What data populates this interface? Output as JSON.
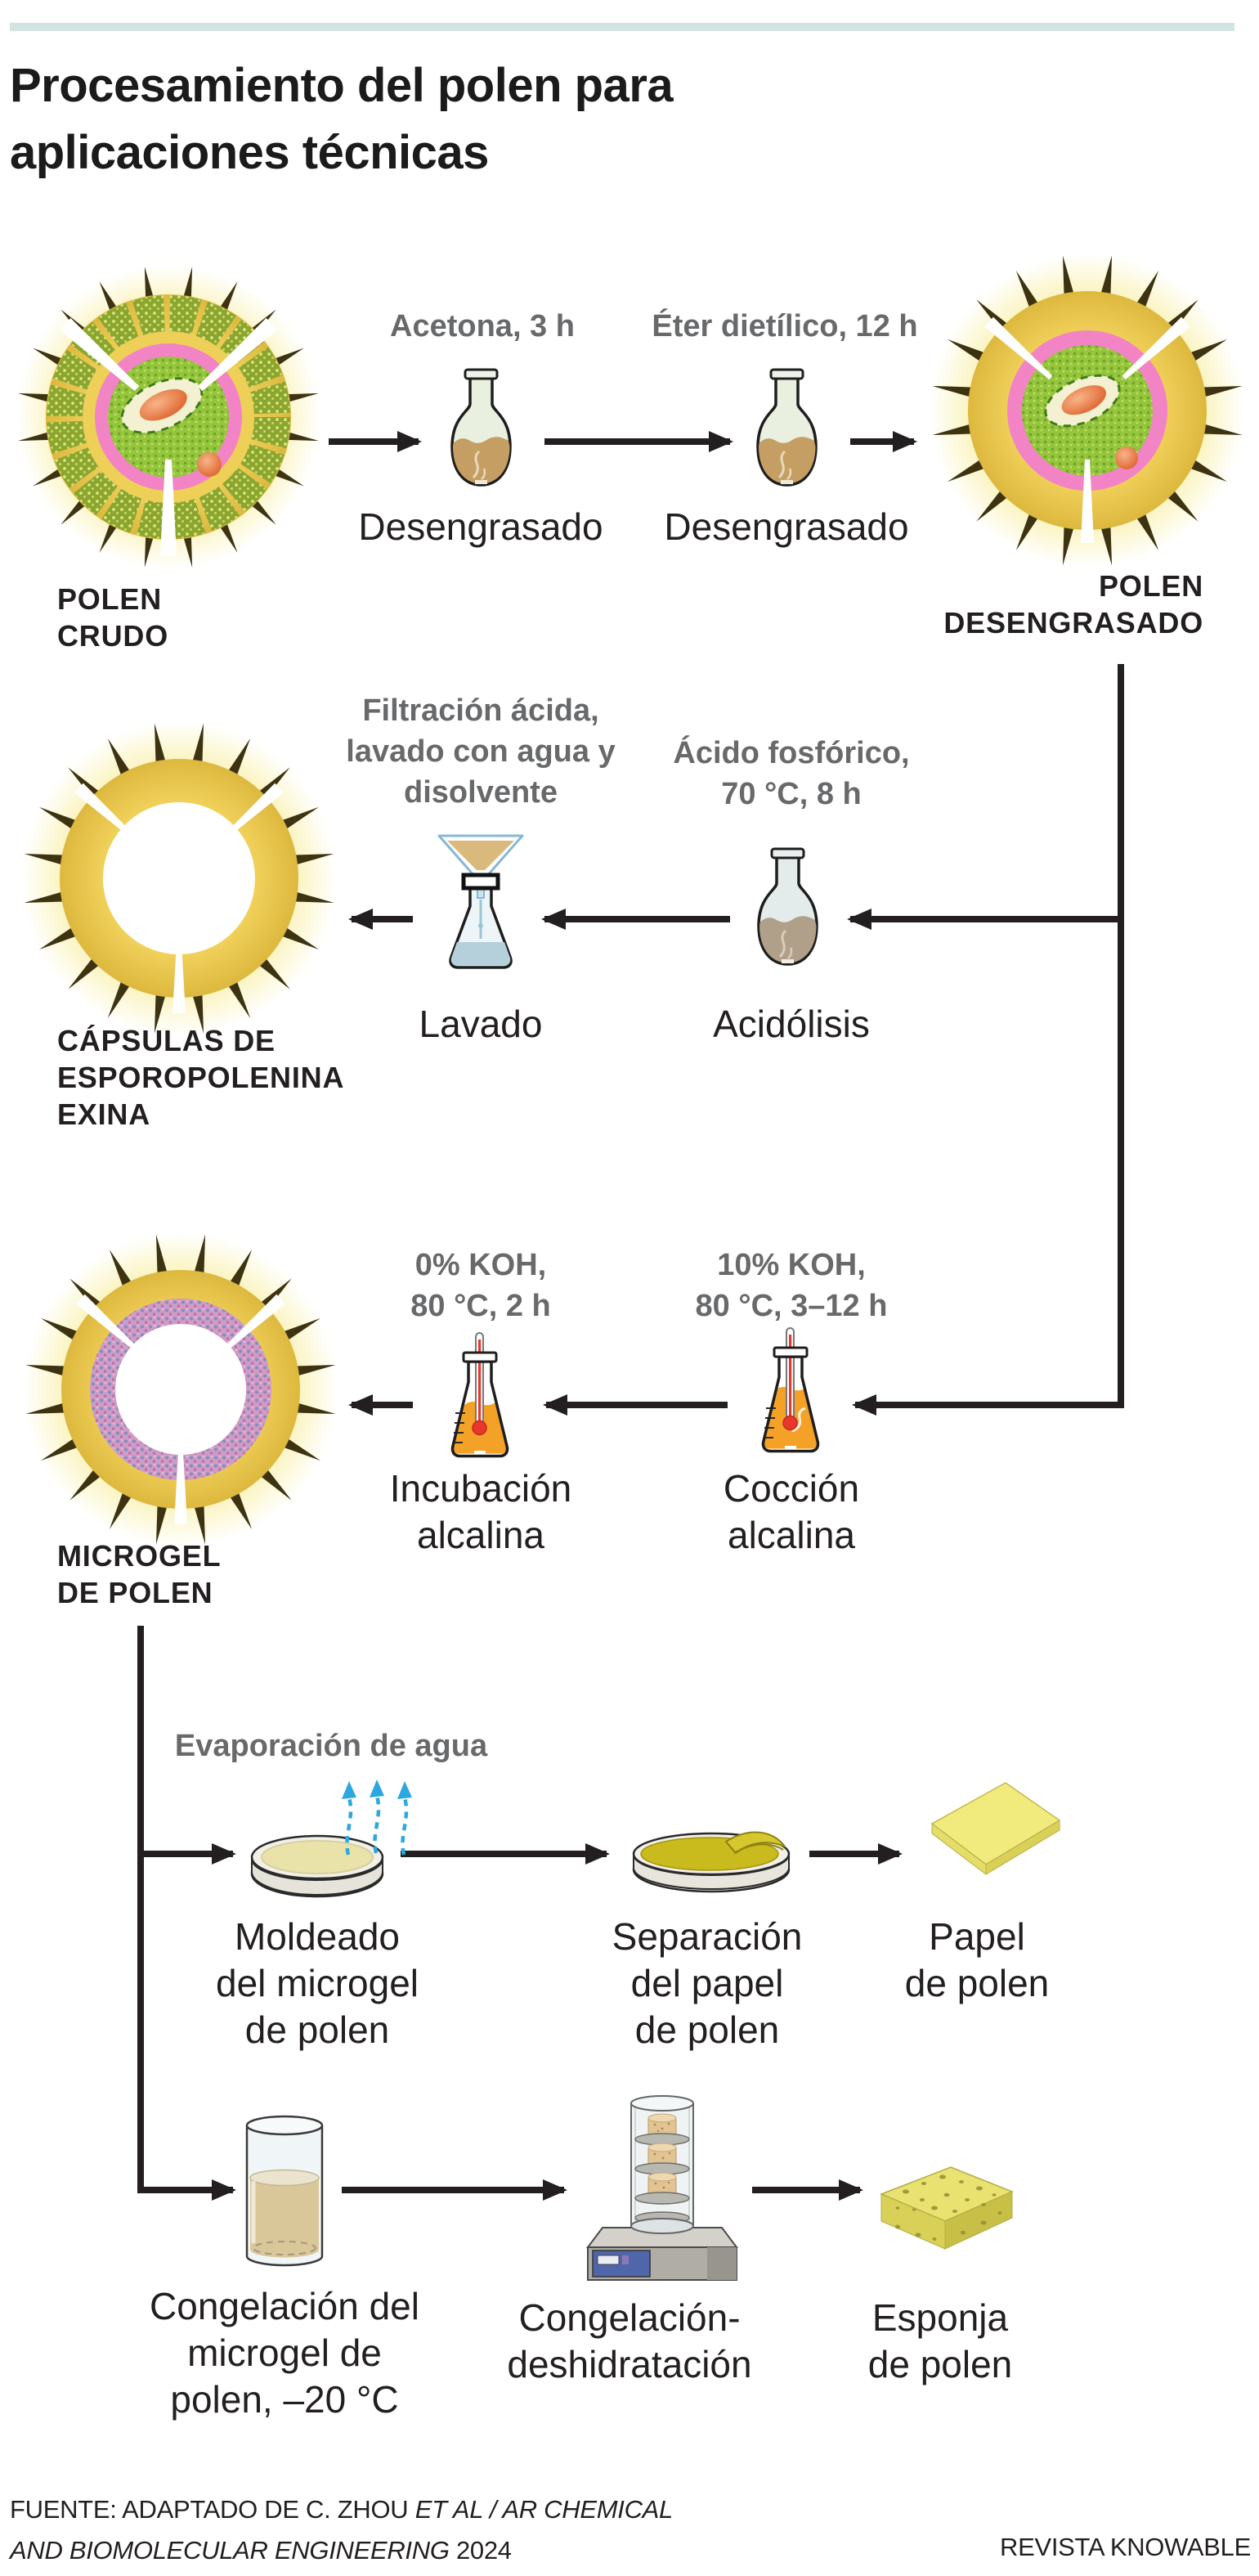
{
  "title": "Procesamiento del polen para\naplicaciones técnicas",
  "nodes": {
    "raw_pollen": "POLEN\nCRUDO",
    "defatted_pollen": "POLEN\nDESENGRASADO",
    "exine_capsules": "CÁPSULAS DE\nESPOROPOLENINA\nEXINA",
    "pollen_microgel": "MICROGEL\nDE POLEN"
  },
  "row1": {
    "step1_condition": "Acetona, 3 h",
    "step1_label": "Desengrasado",
    "step2_condition": "Éter dietílico, 12 h",
    "step2_label": "Desengrasado"
  },
  "row2": {
    "step1_condition": "Filtración ácida,\nlavado con agua y\ndisolvente",
    "step1_label": "Lavado",
    "step2_condition": "Ácido fosfórico,\n70 °C, 8 h",
    "step2_label": "Acidólisis"
  },
  "row3": {
    "step1_condition": "0% KOH,\n80 °C, 2 h",
    "step1_label": "Incubación\nalcalina",
    "step2_condition": "10% KOH,\n80 °C, 3–12 h",
    "step2_label": "Cocción\nalcalina"
  },
  "row4": {
    "condition": "Evaporación de agua",
    "step1_label": "Moldeado\ndel microgel\nde polen",
    "step2_label": "Separación\ndel papel\nde polen",
    "result_label": "Papel\nde polen"
  },
  "row5": {
    "step1_label": "Congelación del\nmicrogel de\npolen, –20 °C",
    "step2_label": "Congelación-\ndeshidratación",
    "result_label": "Esponja\nde polen"
  },
  "footer": {
    "source_normal_1": "FUENTE: ADAPTADO DE C. ZHOU ",
    "source_italic_1": "ET AL / AR CHEMICAL",
    "source_italic_2": "AND BIOMOLECULAR ENGINEERING",
    "source_normal_2": " 2024",
    "credit": "REVISTA KNOWABLE"
  },
  "colors": {
    "teal_bar": "#d2e4e2",
    "text_black": "#231f20",
    "text_gray": "#68696b",
    "arrow": "#231f20",
    "sun_yellow": "#f0d05a",
    "sun_glow": "#f9f1b0",
    "exine_pink": "#f283c5",
    "core_green": "#94c53c",
    "segment_green": "#8aa62f",
    "microgel_purple": "#d09bc5",
    "alkali_orange": "#f4a227",
    "evaporation_blue": "#2da7df",
    "pollen_paper_yellow": "#f1ea7d",
    "sponge_yellow": "#e9e170"
  },
  "icons": {
    "raw_pollen_grain": "segmented spiky pollen grain",
    "round_flask": "round-bottom flask",
    "defatted_pollen_grain": "spiky pollen grain",
    "filter_funnel_flask": "funnel filtering into erlenmeyer",
    "exine_capsule": "hollow spiky capsule",
    "erlenmeyer_thermometer": "erlenmeyer with thermometer",
    "microgel_grain": "spiky capsule with purple gel ring",
    "petri_dish": "petri dish with microgel",
    "peeling_film_dish": "dish with peeling pollen film",
    "pollen_paper": "yellow paper sheet",
    "beaker": "beaker with frozen microgel",
    "freeze_dryer": "freeze-drying machine",
    "pollen_sponge": "porous yellow sponge",
    "evaporation_arrows": "rising dashed blue arrows"
  }
}
